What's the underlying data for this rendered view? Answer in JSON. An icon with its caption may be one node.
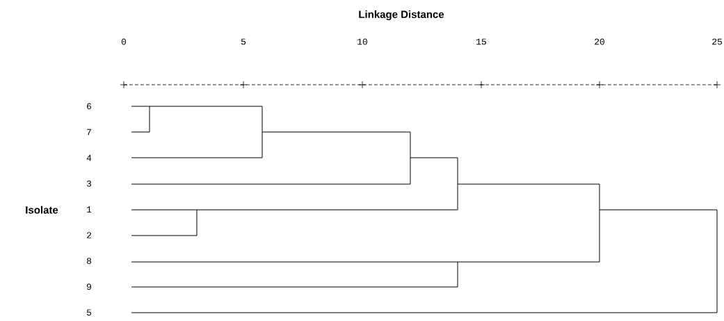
{
  "diagram": {
    "labels": [
      "Linkage Distance",
      "0",
      "5",
      "10",
      "15",
      "20",
      "25",
      "6",
      "7",
      "4",
      "3",
      "1",
      "2",
      "8",
      "9",
      "5",
      "Isolate"
    ]
  }
}
